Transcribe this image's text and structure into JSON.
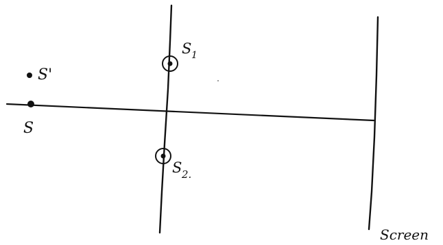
{
  "labels": {
    "source": "S",
    "image_source": "S'",
    "slit_one": "S",
    "slit_one_sub": "1",
    "slit_two": "S",
    "slit_two_sub": "2.",
    "screen": "Screen"
  },
  "colors": {
    "ink": "#111111",
    "paper": "#ffffff"
  }
}
